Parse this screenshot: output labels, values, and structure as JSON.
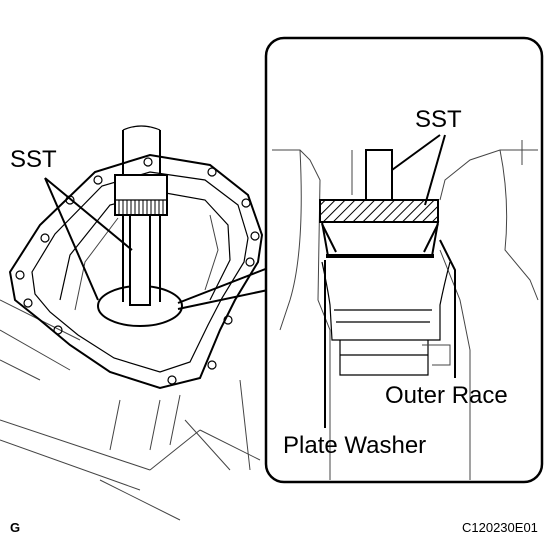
{
  "labels": {
    "sst_left": "SST",
    "sst_inset": "SST",
    "outer_race": "Outer Race",
    "plate_washer": "Plate Washer",
    "corner_mark": "G",
    "figure_code": "C120230E01"
  }
}
